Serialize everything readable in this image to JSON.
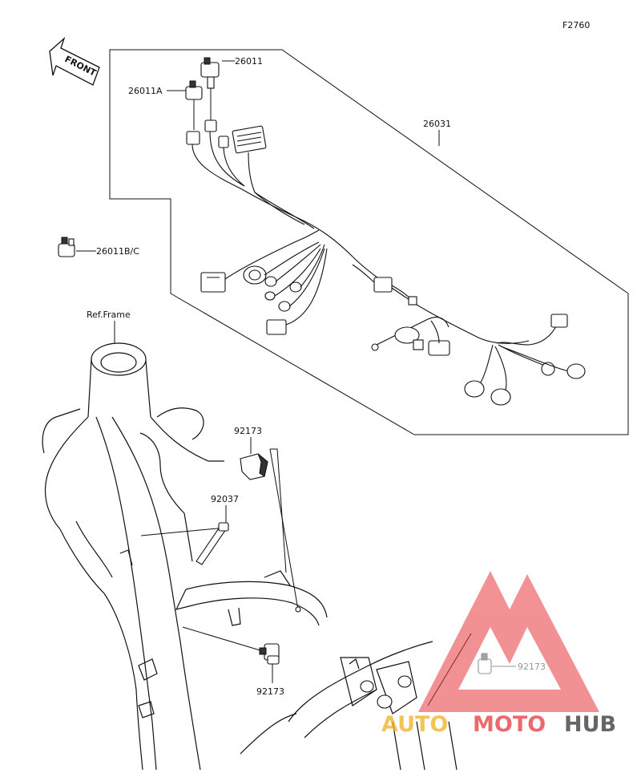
{
  "figure_code": "F2760",
  "front_label": "FRONT",
  "ref_frame_label": "Ref.Frame",
  "parts": {
    "p26011": "26011",
    "p26011A": "26011A",
    "p26031": "26031",
    "p26011BC": "26011B/C",
    "p92173_top": "92173",
    "p92037": "92037",
    "p92173_bottom": "92173",
    "p92173_right": "92173"
  },
  "watermark": {
    "word1": "AUTO",
    "word2": "MOTO",
    "word3": "HUB",
    "color_primary": "#e8383d",
    "color_secondary": "#f0b020",
    "color_dark": "#333333"
  }
}
